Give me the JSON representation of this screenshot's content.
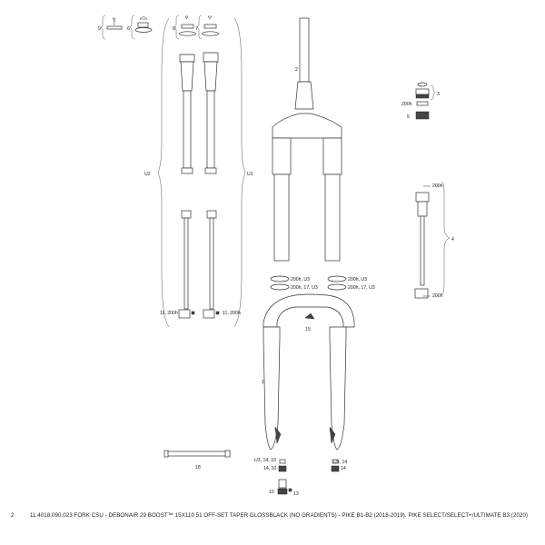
{
  "labels": {
    "l9": "9",
    "l6": "6",
    "l8": "8",
    "l7": "7",
    "l2": "2",
    "l3": "3",
    "l200h_top_right": "200h",
    "l5": "5",
    "u2": "U2",
    "u1": "U1",
    "l200h_spring_top": "200h",
    "l4": "4",
    "l200h_spring_bottom": "200h",
    "l200h_u3_left": "200h, U3",
    "l200h_u3_right": "200h, U3",
    "l200h17u3_left": "200h, 17, U3",
    "l200h17u3_right": "200h, 17, U3",
    "l11_200h_left": "11, 200h",
    "l11_200h_right": "11, 200h",
    "l15": "15",
    "l1": "1",
    "l18": "18",
    "u3_14_10": "U3, 14, 10",
    "l14_10": "14, 10",
    "u3_14": "U3, 14",
    "l14": "14",
    "l10": "10",
    "l13": "13"
  },
  "footer": {
    "page_number": "2",
    "title": "11.4018.090.023   FORK CSU - DEBONAIR 29 BOOST™ 15X110 51 OFF-SET TAPER GLOSSBLACK (NO GRADIENTS) - PIKE B1-B2 (2018-2019). PIKE SELECT/SELECT+/ULTIMATE B3 (2020)"
  }
}
